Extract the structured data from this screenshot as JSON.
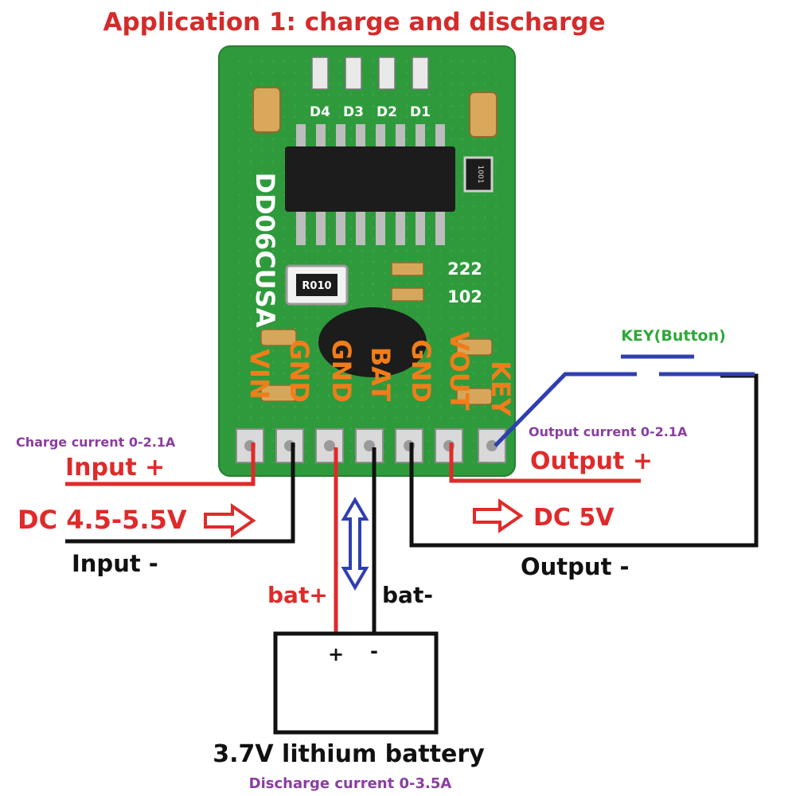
{
  "title": "Application 1: charge and discharge",
  "board": {
    "model": "DD06CUSA",
    "leds": [
      "D4",
      "D3",
      "D2",
      "D1"
    ],
    "resistor_r010": "R010",
    "resistor_1001": "1001",
    "cap_222": "222",
    "cap_102": "102",
    "pins": [
      "VIN",
      "GND",
      "GND",
      "BAT",
      "GND",
      "VOUT",
      "KEY"
    ]
  },
  "labels": {
    "key_button": "KEY(Button)",
    "charge_current": "Charge current 0-2.1A",
    "input_plus": "Input +",
    "dc_input": "DC 4.5-5.5V",
    "input_minus": "Input -",
    "output_current": "Output current 0-2.1A",
    "output_plus": "Output +",
    "dc_output": "DC 5V",
    "output_minus": "Output -",
    "bat_plus": "bat+",
    "bat_minus": "bat-",
    "battery_plus": "+",
    "battery_minus": "-",
    "battery": "3.7V lithium battery",
    "discharge_current": "Discharge current  0-3.5A"
  },
  "colors": {
    "title": "#d42b2b",
    "board": "#2f9a3c",
    "pin_label": "#f07d1a",
    "wire_red": "#e02a2a",
    "wire_black": "#111111",
    "key_wire": "#2f3fb0",
    "key_label": "#2fa83a",
    "current_label": "#8a3ea0"
  }
}
